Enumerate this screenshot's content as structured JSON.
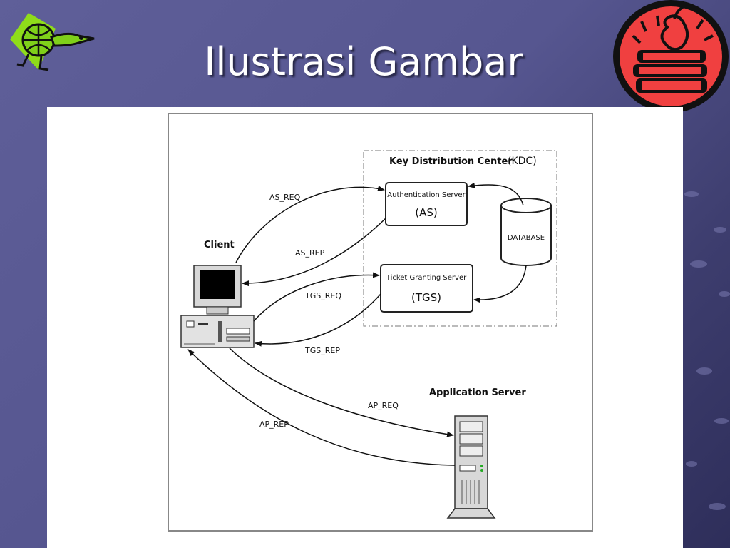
{
  "slide": {
    "title": "Ilustrasi Gambar"
  },
  "colors": {
    "background": "#5a5a94",
    "panel": "#ffffff",
    "accent_red": "#f04040"
  },
  "icons": {
    "left": "globe-lizard-clipart-icon",
    "right": "apple-books-clipart-icon"
  },
  "diagram": {
    "kdc_title": "Key Distribution Center",
    "kdc_abbrev": "(KDC)",
    "as_name": "Authentication Server",
    "as_abbrev": "(AS)",
    "tgs_name": "Ticket Granting Server",
    "tgs_abbrev": "(TGS)",
    "database": "DATABASE",
    "client": "Client",
    "app_server": "Application Server",
    "messages": {
      "as_req": "AS_REQ",
      "as_rep": "AS_REP",
      "tgs_req": "TGS_REQ",
      "tgs_rep": "TGS_REP",
      "ap_req": "AP_REQ",
      "ap_rep": "AP_REP"
    }
  }
}
